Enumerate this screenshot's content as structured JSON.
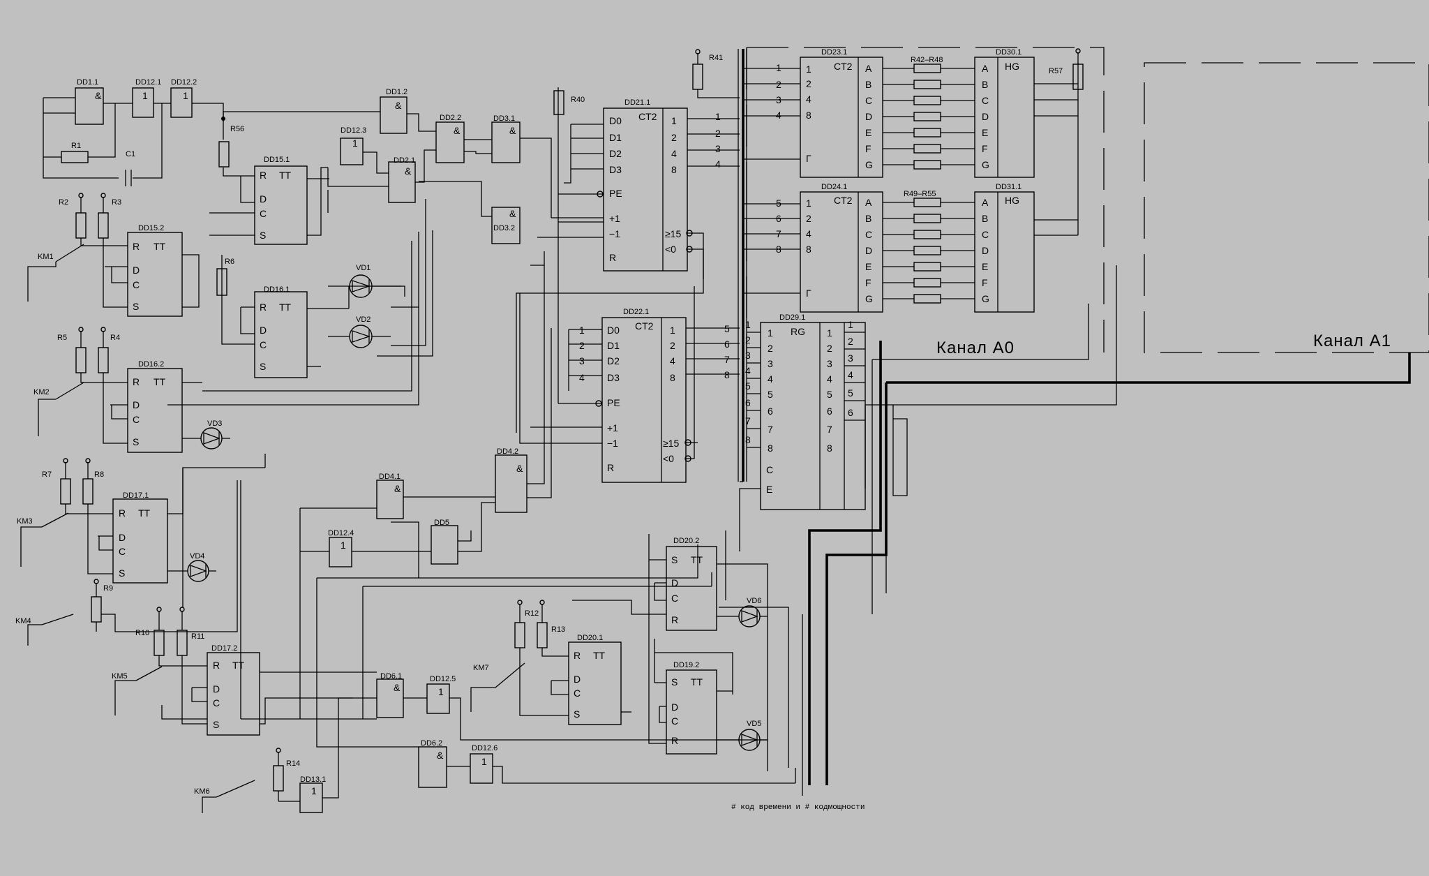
{
  "chips": {
    "dd1_1": "DD1.1",
    "dd12_1": "DD12.1",
    "dd12_2": "DD12.2",
    "dd1_2": "DD1.2",
    "dd12_3": "DD12.3",
    "dd2_1": "DD2.1",
    "dd2_2": "DD2.2",
    "dd3_1": "DD3.1",
    "dd3_2": "DD3.2",
    "dd15_1": "DD15.1",
    "dd15_2": "DD15.2",
    "dd16_1": "DD16.1",
    "dd16_2": "DD16.2",
    "dd17_1": "DD17.1",
    "dd17_2": "DD17.2",
    "dd21_1": "DD21.1",
    "dd22_1": "DD22.1",
    "dd23_1": "DD23.1",
    "dd24_1": "DD24.1",
    "dd29_1": "DD29.1",
    "dd30_1": "DD30.1",
    "dd31_1": "DD31.1",
    "dd4_1": "DD4.1",
    "dd4_2": "DD4.2",
    "dd5": "DD5",
    "dd12_4": "DD12.4",
    "dd6_1": "DD6.1",
    "dd6_2": "DD6.2",
    "dd12_5": "DD12.5",
    "dd12_6": "DD12.6",
    "dd13_1": "DD13.1",
    "dd19_2": "DD19.2",
    "dd20_1": "DD20.1",
    "dd20_2": "DD20.2"
  },
  "parts": {
    "r1": "R1",
    "c1": "C1",
    "r2": "R2",
    "r3": "R3",
    "r4": "R4",
    "r5": "R5",
    "r6": "R6",
    "r7": "R7",
    "r8": "R8",
    "r9": "R9",
    "r10": "R10",
    "r11": "R11",
    "r12": "R12",
    "r13": "R13",
    "r14": "R14",
    "r40": "R40",
    "r41": "R41",
    "r56": "R56",
    "r57": "R57",
    "r42_48": "R42–R48",
    "r49_55": "R49–R55",
    "km1": "KM1",
    "km2": "KM2",
    "km3": "KM3",
    "km4": "KM4",
    "km5": "KM5",
    "km6": "KM6",
    "km7": "KM7",
    "vd1": "VD1",
    "vd2": "VD2",
    "vd3": "VD3",
    "vd4": "VD4",
    "vd5": "VD5",
    "vd6": "VD6"
  },
  "funcs": {
    "and": "&",
    "not": "1",
    "tt": "TT",
    "ct2": "CT2",
    "hg": "HG",
    "rg": "RG",
    "r": "R",
    "s": "S",
    "d": "D",
    "c": "C",
    "e": "E",
    "pe": "PE",
    "plus1": "+1",
    "minus1": "−1",
    "ge15": "≥15",
    "lt0": "<0",
    "g": "Г",
    "d0": "D0",
    "d1": "D1",
    "d2": "D2",
    "d3": "D3"
  },
  "seg": [
    "A",
    "B",
    "C",
    "D",
    "E",
    "F",
    "G"
  ],
  "channels": {
    "a0": "Канал  А0",
    "a1": "Канал  А1"
  },
  "caption": "# код времени и # кодмощности"
}
